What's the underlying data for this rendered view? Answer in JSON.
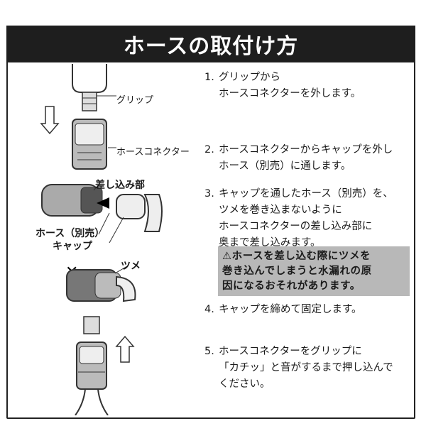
{
  "title": "ホースの取付け方",
  "labels": {
    "grip": "グリップ",
    "connector": "ホースコネクター",
    "insert": "差し込み部",
    "hose": "ホース（別売）",
    "cap": "キャップ",
    "claw": "ツメ"
  },
  "steps": [
    {
      "num": "1.",
      "lines": [
        "グリップから",
        "ホースコネクターを外します。"
      ]
    },
    {
      "num": "2.",
      "lines": [
        "ホースコネクターからキャップを外し",
        "ホース（別売）に通します。"
      ]
    },
    {
      "num": "3.",
      "lines": [
        "キャップを通したホース（別売）を、",
        "ツメを巻き込まないように",
        "ホースコネクターの差し込み部に",
        "奥まで差し込みます。"
      ]
    },
    {
      "num": "4.",
      "lines": [
        "キャップを締めて固定します。"
      ]
    },
    {
      "num": "5.",
      "lines": [
        "ホースコネクターをグリップに",
        "「カチッ」と音がするまで押し込んで",
        "ください。"
      ]
    }
  ],
  "warning": {
    "icon": "warning-triangle-icon",
    "lines": [
      "ホースを差し込む際にツメを",
      "巻き込んでしまうと水漏れの原",
      "因になるおそれがあります。"
    ]
  },
  "colors": {
    "title_bg": "#1e1e1e",
    "warning_bg": "#b8b8b8",
    "bad_mark": "#000000"
  }
}
